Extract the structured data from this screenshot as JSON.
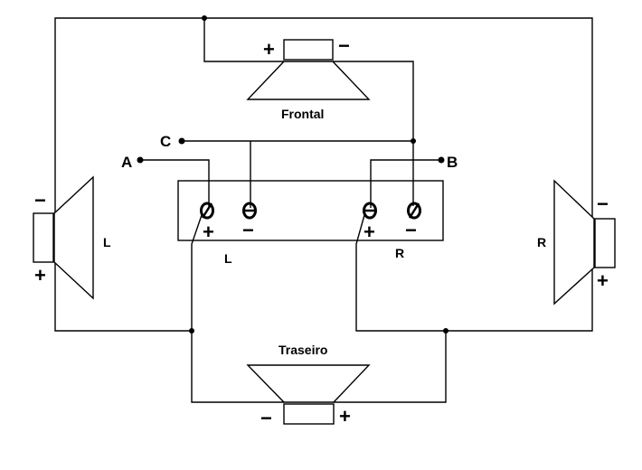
{
  "speakers": {
    "front": {
      "label": "Frontal",
      "plus": "+",
      "minus": "−"
    },
    "rear": {
      "label": "Traseiro",
      "plus": "+",
      "minus": "−"
    },
    "left": {
      "label": "L",
      "plus": "+",
      "minus": "−"
    },
    "right": {
      "label": "R",
      "plus": "+",
      "minus": "−"
    }
  },
  "amp": {
    "left_label": "L",
    "right_label": "R",
    "terminal_glyph": "O",
    "signs": {
      "l_plus": "+",
      "l_minus": "−",
      "r_plus": "+",
      "r_minus": "−"
    }
  },
  "nodes": {
    "a": "A",
    "b": "B",
    "c": "C"
  }
}
